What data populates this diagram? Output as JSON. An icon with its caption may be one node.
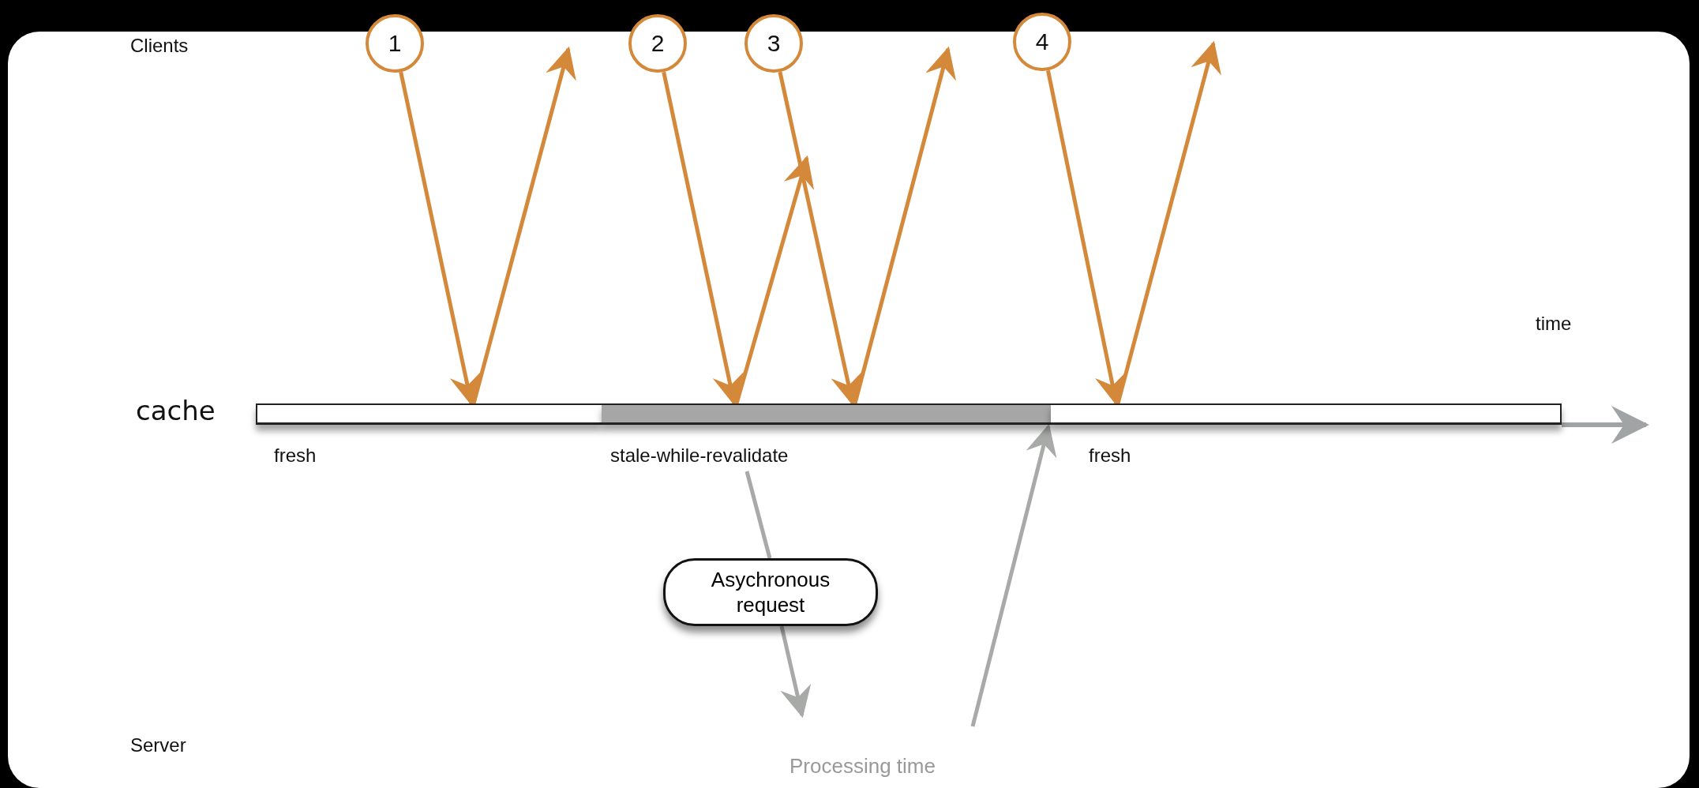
{
  "diagram": {
    "nodes": [
      {
        "text": [
          "1"
        ]
      },
      {
        "text": [
          "2"
        ]
      },
      {
        "text": [
          "3"
        ]
      },
      {
        "text": [
          "4"
        ]
      },
      {
        "text": [
          "cache"
        ]
      },
      {
        "text": [],
        "shape": "bar",
        "in": 4,
        "beside": [
          "fresh"
        ]
      },
      {
        "text": [],
        "shape": "bar",
        "in": 4,
        "beside": [
          "stale-while-revalidate"
        ]
      },
      {
        "text": [],
        "shape": "bar",
        "in": 4,
        "beside": [
          "fresh"
        ]
      },
      {
        "text": [
          "Asychronous request"
        ]
      }
    ],
    "edges": [
      {
        "from": 0,
        "to": 5,
        "arrow": "to"
      },
      {
        "from": 5,
        "to": null,
        "arrow": "to"
      },
      {
        "from": 1,
        "to": 6,
        "arrow": "to"
      },
      {
        "from": 6,
        "to": null,
        "arrow": "to"
      },
      {
        "from": 2,
        "to": 6,
        "arrow": "to"
      },
      {
        "from": 6,
        "to": null,
        "arrow": "to"
      },
      {
        "from": 3,
        "to": 7,
        "arrow": "to"
      },
      {
        "from": 7,
        "to": null,
        "arrow": "to"
      },
      {
        "from": 6,
        "to": 8,
        "arrow": "none",
        "color": "#a8aaa8"
      },
      {
        "from": 8,
        "to": null,
        "arrow": "to",
        "color": "#a8aaa8"
      },
      {
        "from": null,
        "to": 6,
        "arrow": "to",
        "color": "#a8aaa8"
      }
    ],
    "labels": [
      "Clients",
      "time",
      "Server",
      "Processing time"
    ]
  }
}
